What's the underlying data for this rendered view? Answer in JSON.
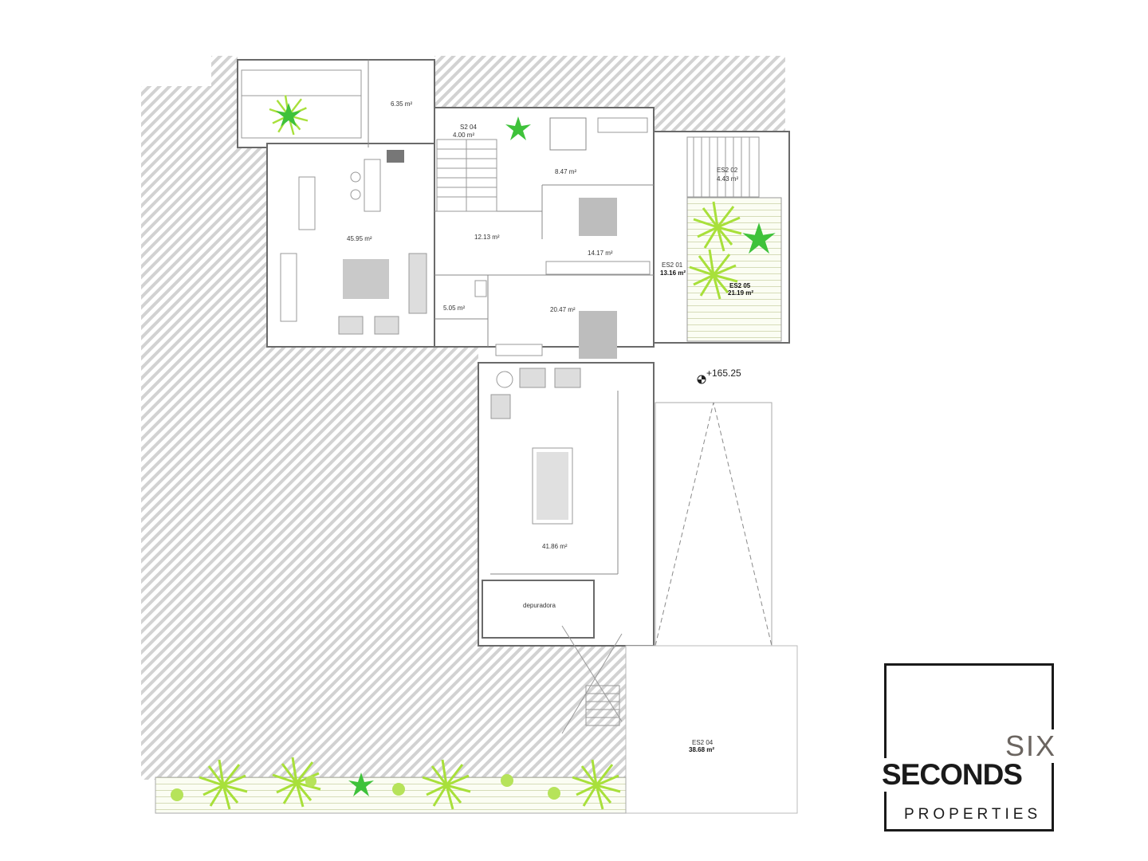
{
  "rooms": {
    "storage": "6.35 m²",
    "stair_code": "S2 04",
    "stair_area": "4.00 m²",
    "hall": "8.47 m²",
    "living": "45.95 m²",
    "corridor": "12.13 m²",
    "bedroom1": "14.17 m²",
    "terrace1_code": "ES2 01",
    "terrace1_area": "13.16 m²",
    "stair2_code": "ES2 02",
    "stair2_area": "4.43 m²",
    "terrace5_code": "ES2 05",
    "terrace5_area": "21.19 m²",
    "bathroom": "5.05 m²",
    "bedroom2": "20.47 m²",
    "games": "41.86 m²",
    "plant_room": "depuradora",
    "terrace4_code": "ES2 04",
    "terrace4_area": "38.68 m²"
  },
  "level_mark": "+165.25",
  "logo": {
    "line1": "SIX",
    "line2": "SECONDS",
    "line3": "PROPERTIES"
  },
  "colors": {
    "plant_light": "#a8e03a",
    "plant_dark": "#3ec23a",
    "hatch": "#c8c8c8"
  }
}
